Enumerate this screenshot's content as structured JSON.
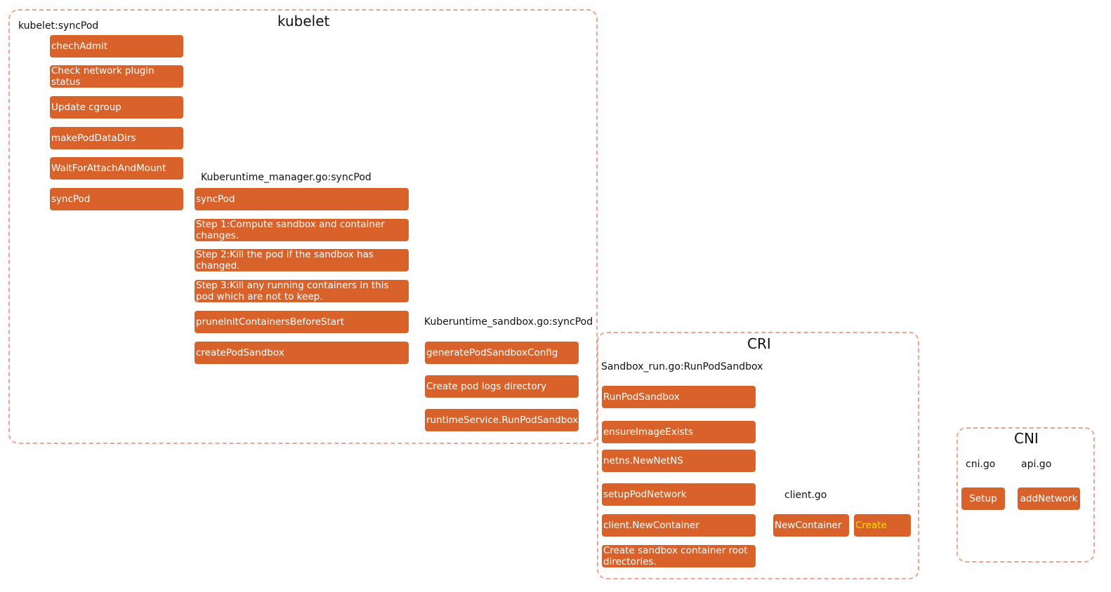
{
  "colors": {
    "box_fill": "#d9622b",
    "box_text": "#ffffff",
    "highlight_text": "#ffe100",
    "group_border": "#f0a38e"
  },
  "kubelet": {
    "title": "kubelet",
    "sync_label": "kubelet:syncPod",
    "sync_steps": [
      "chechAdmit",
      "Check network plugin status",
      "Update cgroup",
      "makePodDataDirs",
      "WaitForAttachAndMount",
      "syncPod"
    ],
    "runtime_manager": {
      "label": "Kuberuntime_manager.go:syncPod",
      "steps": [
        "syncPod",
        "Step 1:Compute sandbox and container changes.",
        "Step 2:Kill the pod if the sandbox has changed.",
        "Step 3:Kill any running containers in this pod which are not to keep.",
        "prunelnitContainersBeforeStart",
        "createPodSandbox"
      ]
    },
    "runtime_sandbox": {
      "label": "Kuberuntime_sandbox.go:syncPod",
      "steps": [
        "generatePodSandboxConfig",
        "Create pod logs directory",
        "runtimeService.RunPodSandbox"
      ]
    }
  },
  "cri": {
    "title": "CRI",
    "sandbox_label": "Sandbox_run.go:RunPodSandbox",
    "steps": [
      "RunPodSandbox",
      "ensureImageExists",
      "netns.NewNetNS",
      "setupPodNetwork",
      "client.NewContainer",
      "Create sandbox container root directories."
    ],
    "client_label": "client.go",
    "client_new_container": "NewContainer",
    "client_create": "Create"
  },
  "cni": {
    "title": "CNI",
    "cni_label": "cni.go",
    "api_label": "api.go",
    "setup": "Setup",
    "add_network": "addNetwork"
  }
}
